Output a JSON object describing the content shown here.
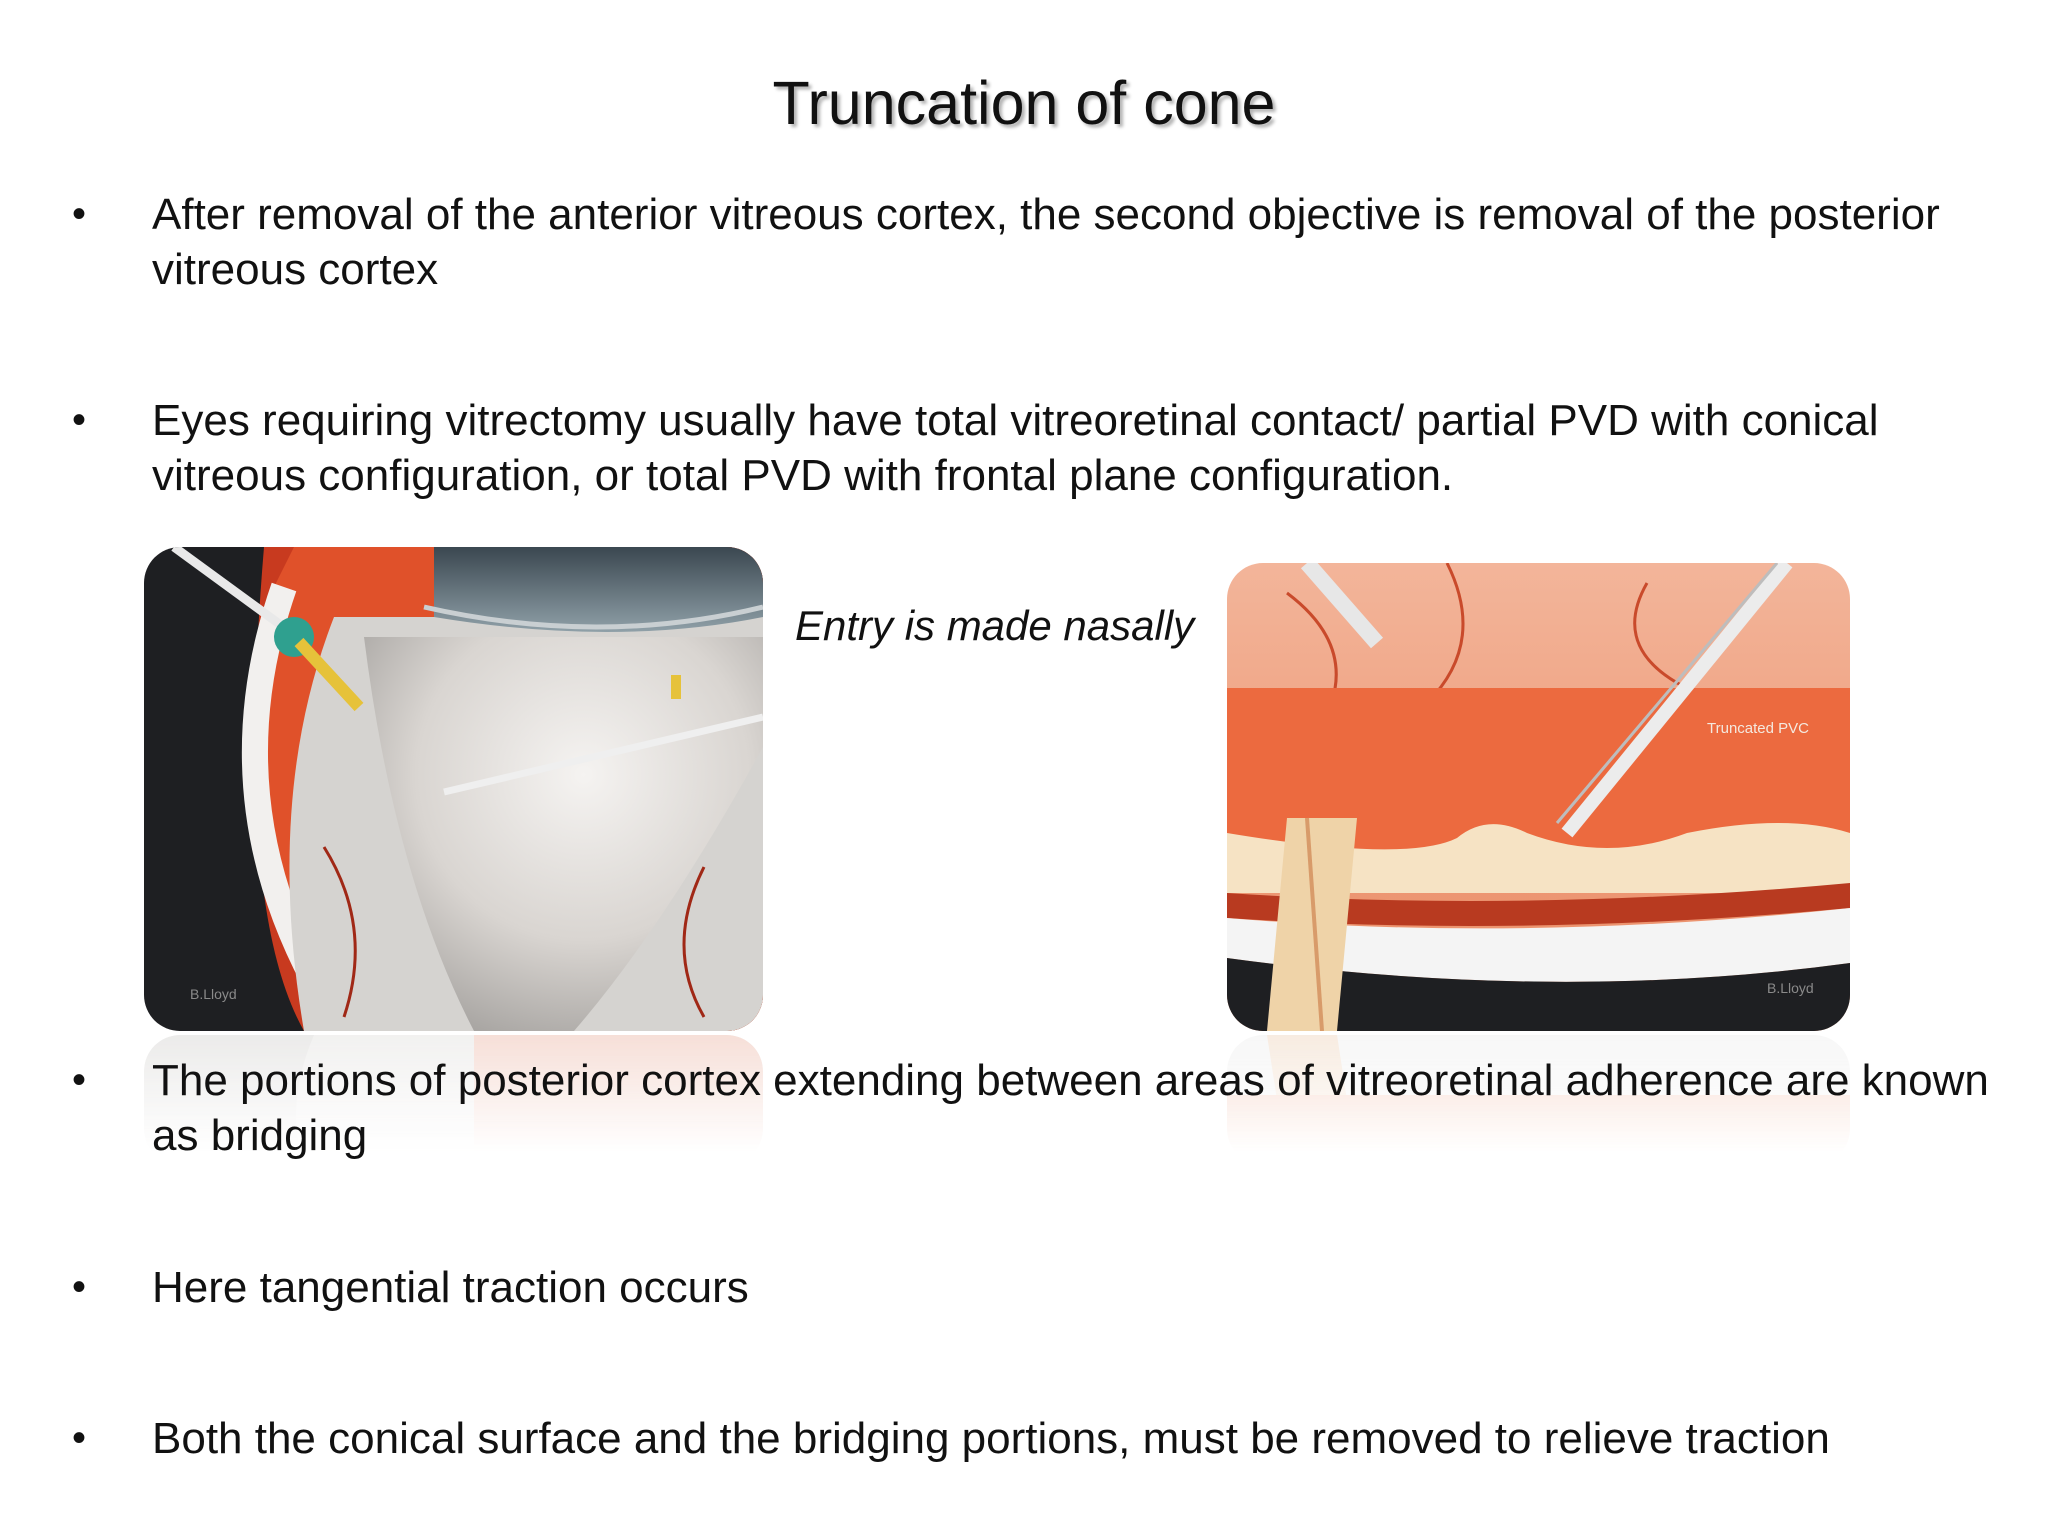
{
  "title": "Truncation of cone",
  "bullets": [
    "After removal of the anterior vitreous cortex, the second objective is removal of the posterior vitreous cortex",
    "Eyes requiring vitrectomy usually have total vitreoretinal contact/ partial PVD with conical vitreous configuration, or total PVD with frontal plane configuration.",
    "The portions of posterior cortex extending between areas of vitreoretinal adherence are known as bridging",
    "Here tangential traction occurs",
    "Both the conical surface and the bridging portions, must be removed to relieve traction"
  ],
  "bullet_symbol": "•",
  "caption": "Entry is made nasally",
  "figures": {
    "left": {
      "signature": "B.Lloyd"
    },
    "right": {
      "label": "Truncated PVC",
      "signature": "B.Lloyd"
    }
  },
  "colors": {
    "retina": "#e0512a",
    "vitreous": "#e9e6e3",
    "background_dark": "#1e1f22"
  }
}
